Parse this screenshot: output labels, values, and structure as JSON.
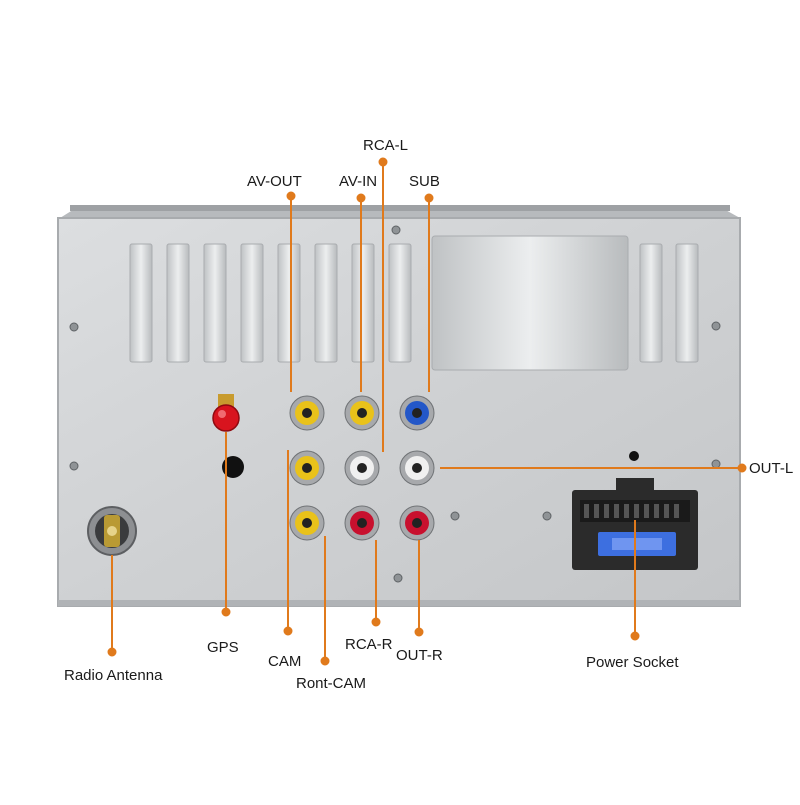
{
  "labels": {
    "rca_l": "RCA-L",
    "av_out": "AV-OUT",
    "av_in": "AV-IN",
    "sub": "SUB",
    "out_l": "OUT-L",
    "gps": "GPS",
    "cam": "CAM",
    "rca_r": "RCA-R",
    "out_r": "OUT-R",
    "ront_cam": "Ront-CAM",
    "radio_antenna": "Radio Antenna",
    "power_socket": "Power Socket"
  },
  "colors": {
    "leader": "#e07a1c",
    "panel": "#d4d6d8",
    "panel_edge": "#a8abae",
    "rca_yellow": "#e9c21a",
    "rca_blue": "#2357c8",
    "rca_red": "#c8102e",
    "rca_white": "#f0f0f0",
    "gps_red": "#d8141e",
    "connector": "#2b2b2b",
    "fuse_blue": "#3d6fe0"
  }
}
